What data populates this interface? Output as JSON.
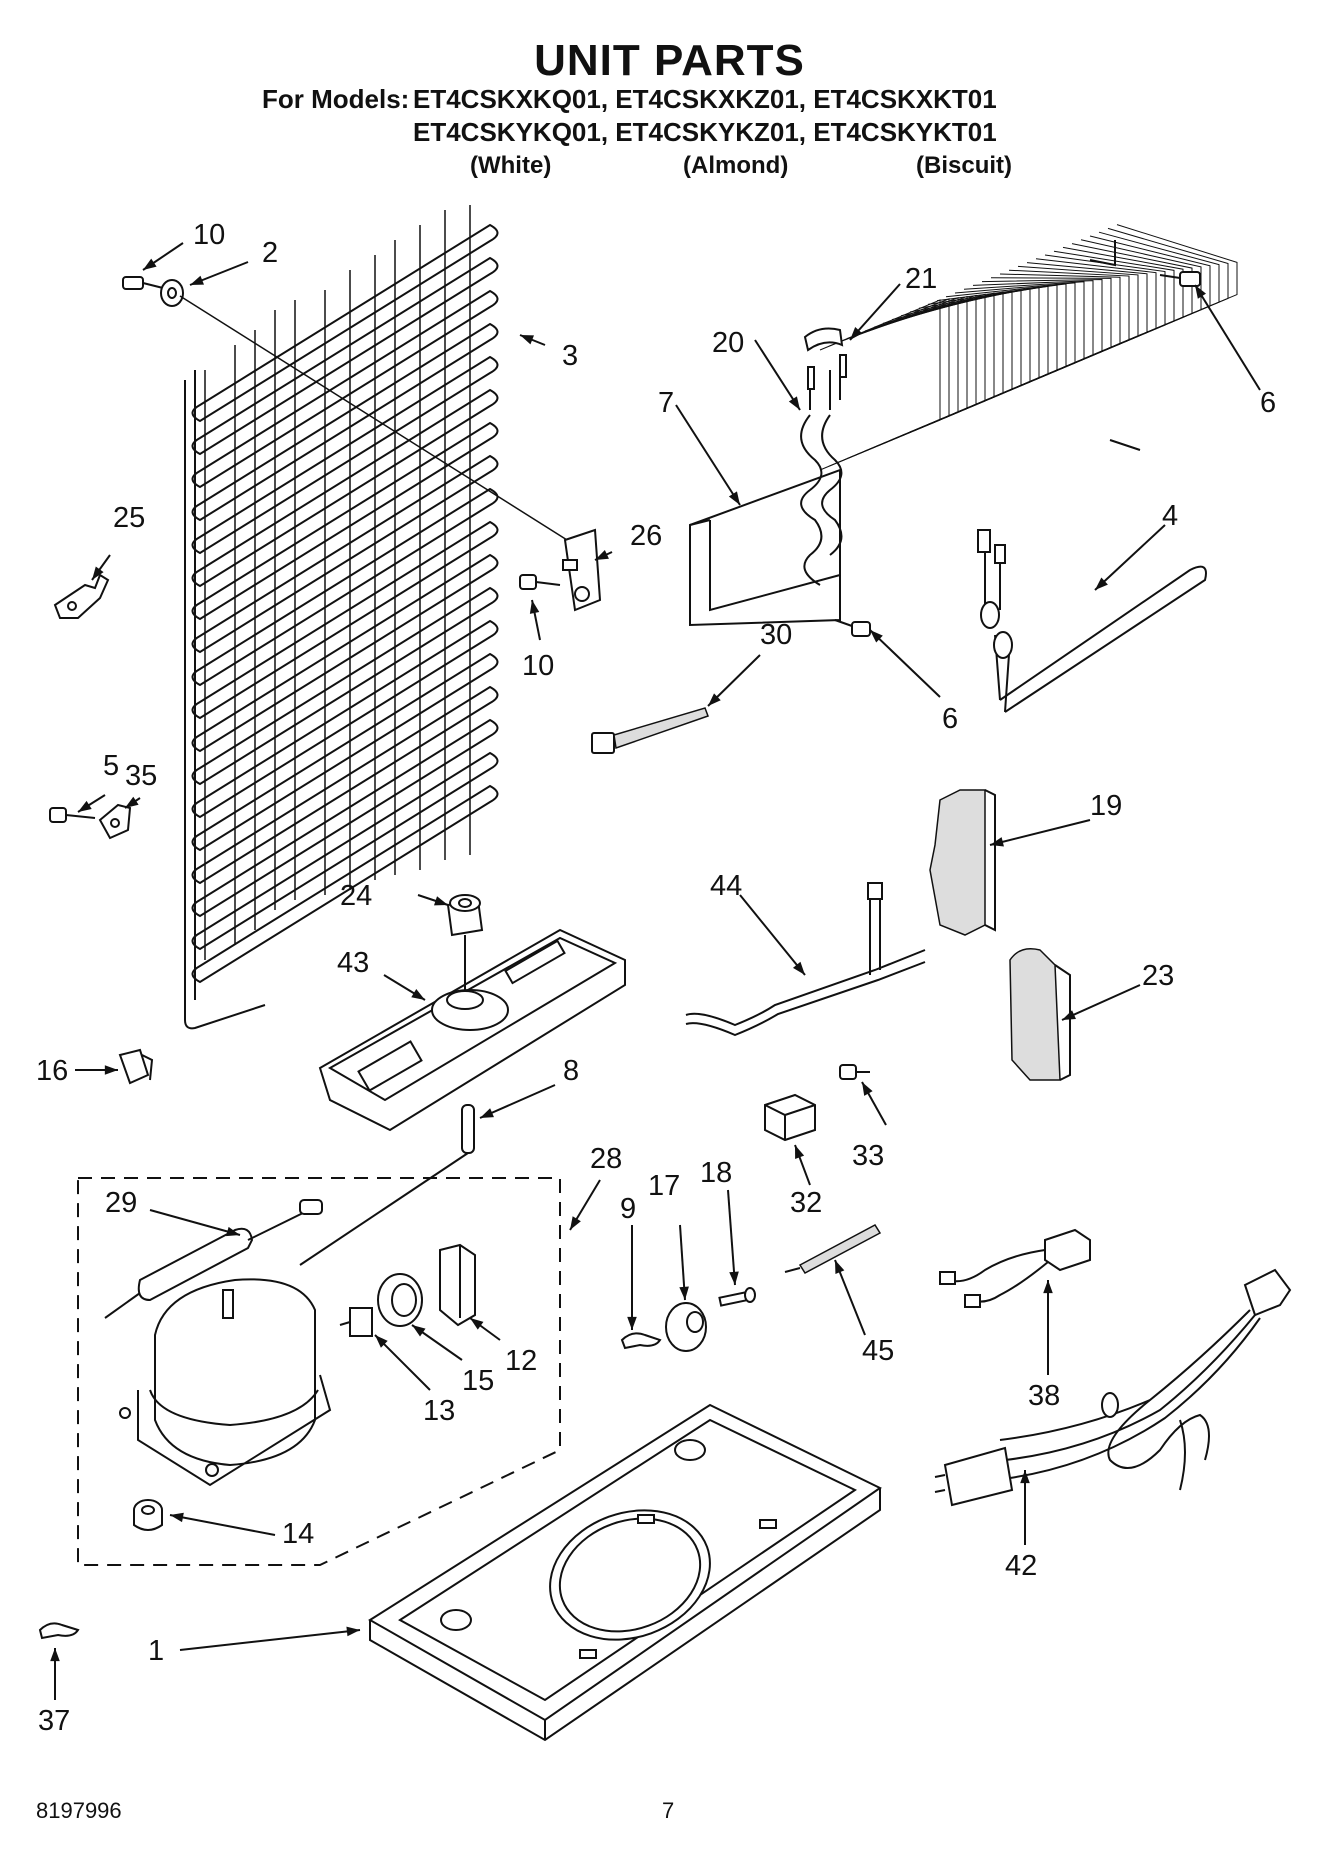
{
  "header": {
    "title": "UNIT PARTS",
    "models_prefix": "For Models:",
    "models_line1": "ET4CSKXKQ01, ET4CSKXKZ01, ET4CSKXKT01",
    "models_line2": "ET4CSKYKQ01, ET4CSKYKZ01, ET4CSKYKT01",
    "colors": [
      "(White)",
      "(Almond)",
      "(Biscuit)"
    ]
  },
  "callouts": [
    "10",
    "2",
    "3",
    "25",
    "26",
    "10",
    "5",
    "35",
    "24",
    "43",
    "16",
    "8",
    "29",
    "28",
    "21",
    "20",
    "7",
    "6",
    "4",
    "30",
    "6",
    "19",
    "44",
    "23",
    "33",
    "32",
    "9",
    "17",
    "18",
    "45",
    "12",
    "15",
    "13",
    "14",
    "38",
    "42",
    "1",
    "37"
  ],
  "footer": {
    "doc_number": "8197996",
    "page_number": "7"
  }
}
